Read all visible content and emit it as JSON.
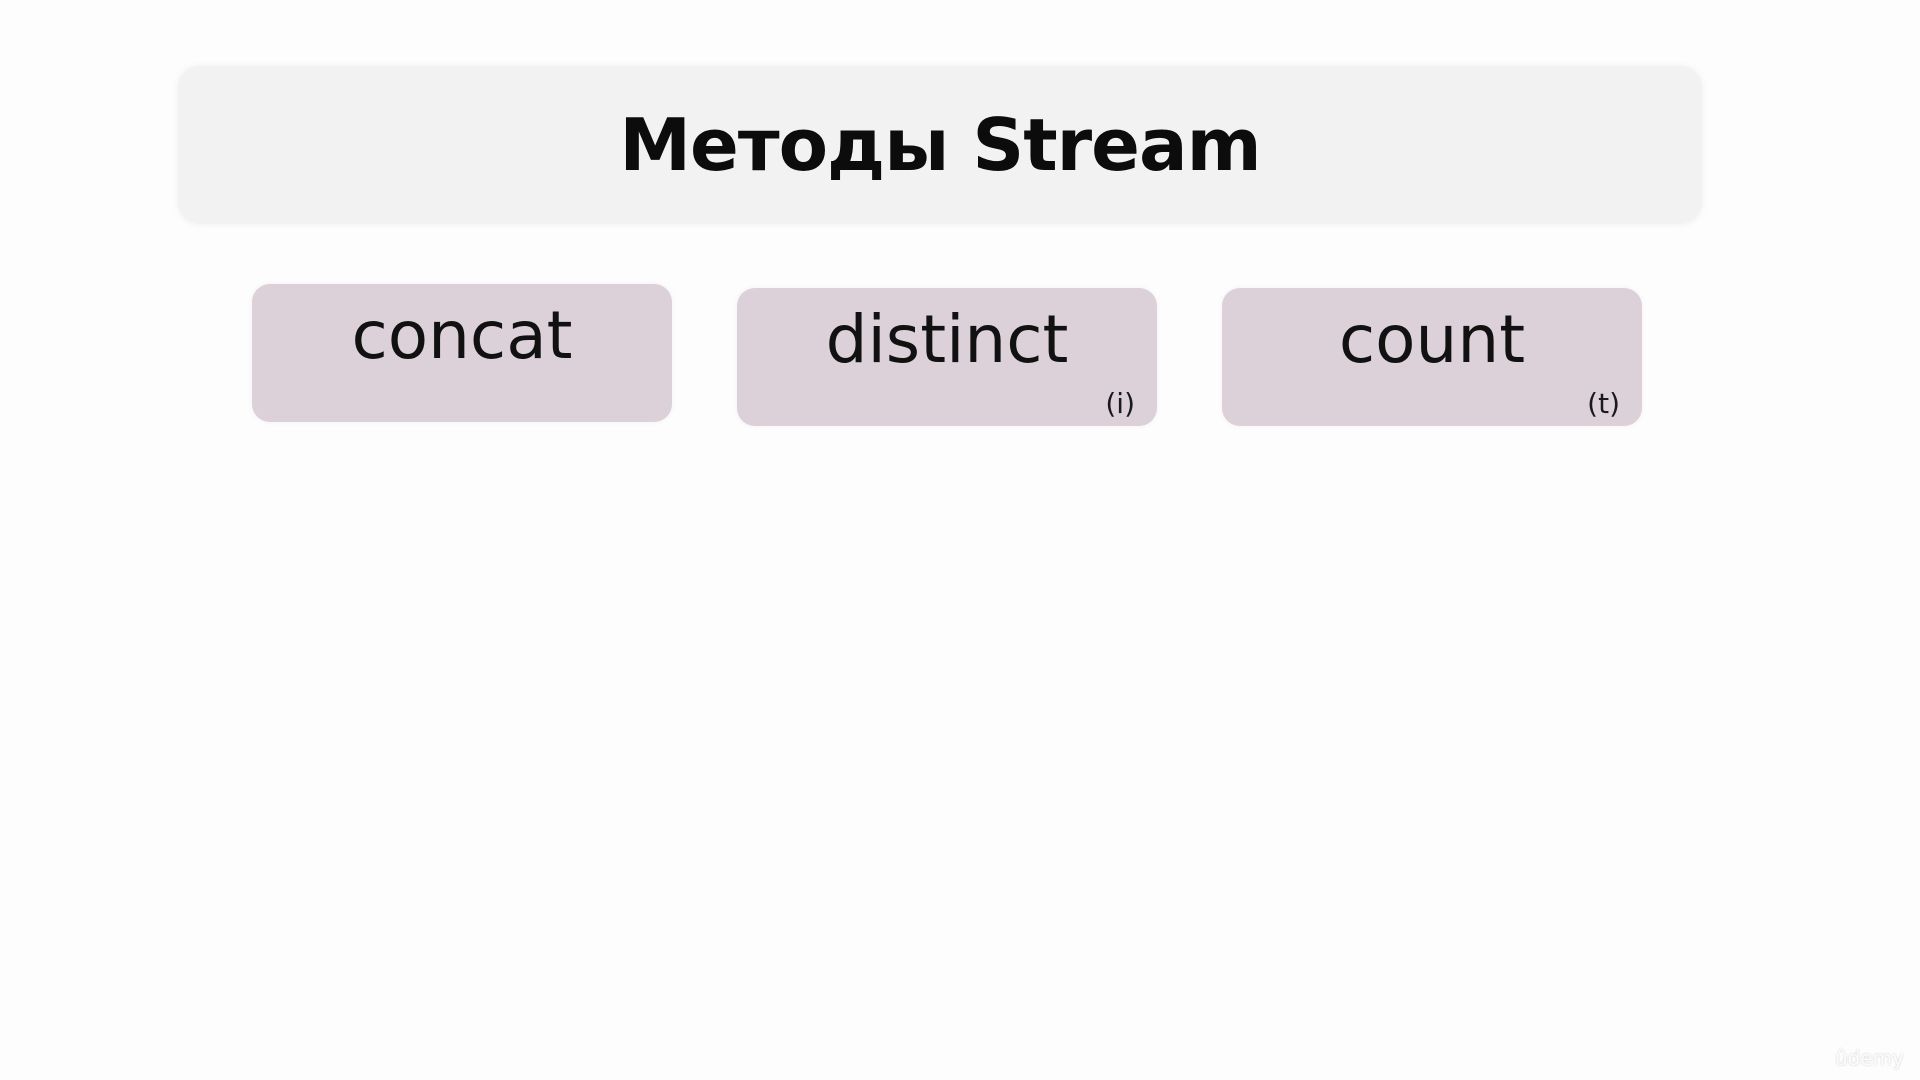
{
  "slide": {
    "title": "Методы Stream",
    "methods": [
      {
        "name": "concat",
        "tag": ""
      },
      {
        "name": "distinct",
        "tag": "(i)"
      },
      {
        "name": "count",
        "tag": "(t)"
      }
    ]
  },
  "watermark": "ûdemy",
  "colors": {
    "background": "#fefdfe",
    "title_banner": "#f3f2f3",
    "method_card": "#dcd1d8",
    "text": "#111111"
  }
}
